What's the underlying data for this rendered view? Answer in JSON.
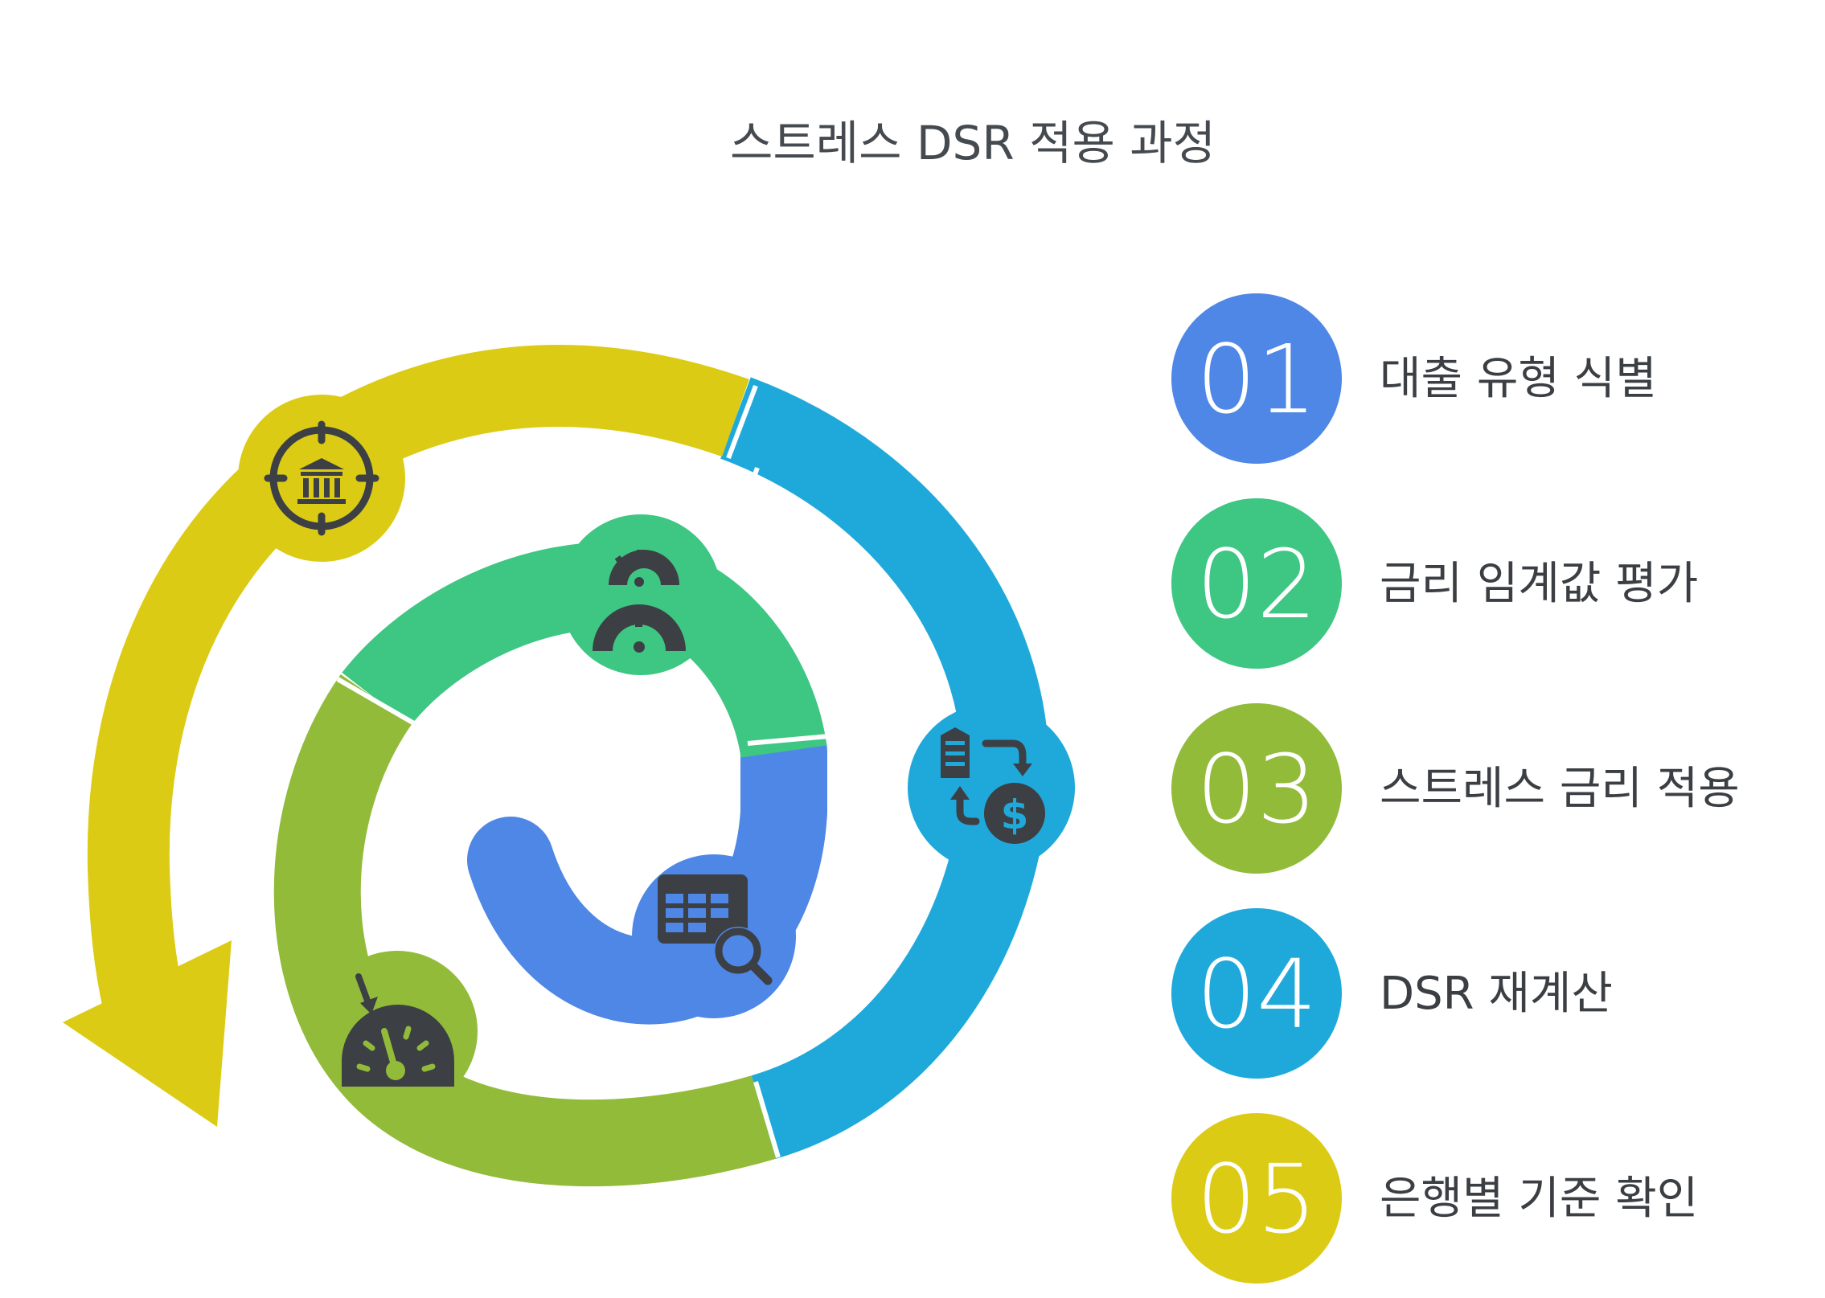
{
  "title": "스트레스 DSR 적용 과정",
  "colors": {
    "blue": "#4f87e6",
    "green": "#3ec683",
    "olive": "#92bb3a",
    "cyan": "#1fa9db",
    "yellow": "#dccb14",
    "icon": "#3c3f44"
  },
  "steps": [
    {
      "number": "01",
      "label": "대출 유형 식별",
      "color": "#4f87e6"
    },
    {
      "number": "02",
      "label": "금리 임계값 평가",
      "color": "#3ec683"
    },
    {
      "number": "03",
      "label": "스트레스 금리 적용",
      "color": "#92bb3a"
    },
    {
      "number": "04",
      "label": "DSR 재계산",
      "color": "#1fa9db"
    },
    {
      "number": "05",
      "label": "은행별 기준 확인",
      "color": "#dccb14"
    }
  ],
  "icons": [
    "spreadsheet-search-icon",
    "speedometer-pair-icon",
    "gauge-icon",
    "currency-exchange-icon",
    "bank-target-icon"
  ]
}
